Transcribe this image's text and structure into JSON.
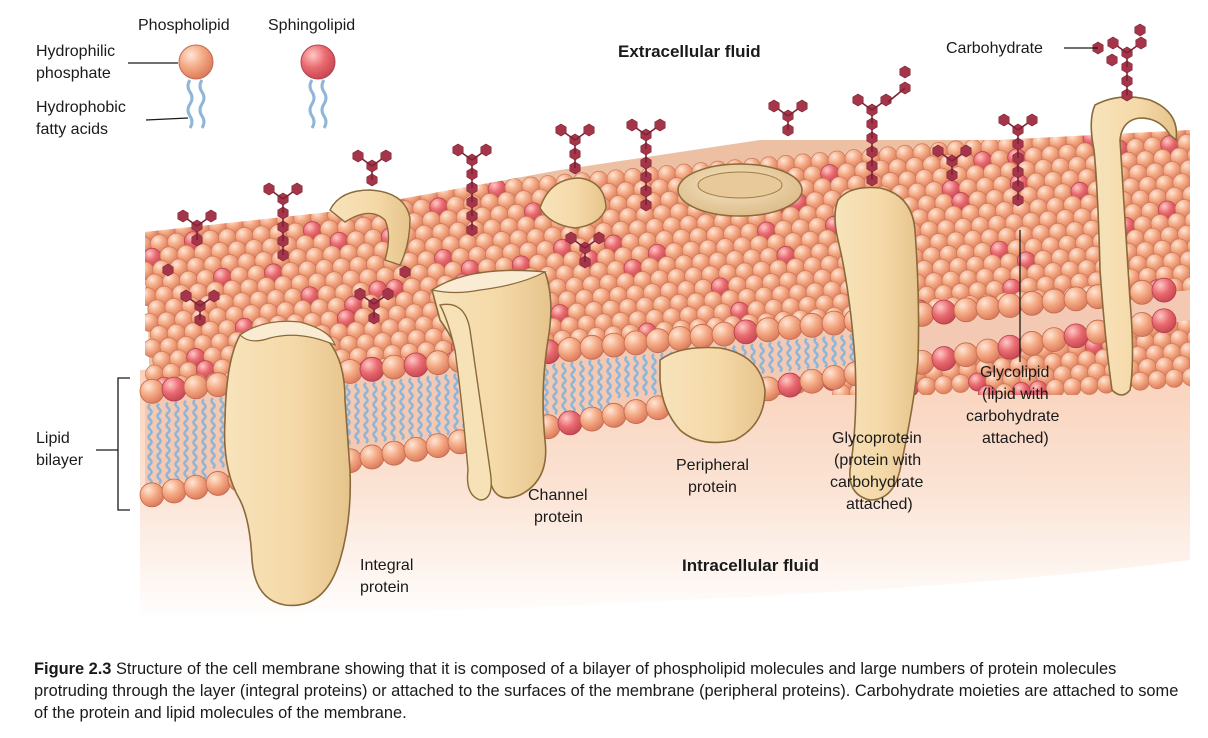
{
  "labels": {
    "phospholipid": "Phospholipid",
    "sphingolipid": "Sphingolipid",
    "hydrophilic_l1": "Hydrophilic",
    "hydrophilic_l2": "phosphate",
    "hydrophobic_l1": "Hydrophobic",
    "hydrophobic_l2": "fatty acids",
    "extracellular": "Extracellular fluid",
    "intracellular": "Intracellular fluid",
    "carbohydrate": "Carbohydrate",
    "lipid_bilayer_l1": "Lipid",
    "lipid_bilayer_l2": "bilayer",
    "integral_l1": "Integral",
    "integral_l2": "protein",
    "channel_l1": "Channel",
    "channel_l2": "protein",
    "peripheral_l1": "Peripheral",
    "peripheral_l2": "protein",
    "glycoprotein_l1": "Glycoprotein",
    "glycoprotein_l2": "(protein with",
    "glycoprotein_l3": "carbohydrate",
    "glycoprotein_l4": "attached)",
    "glycolipid_l1": "Glycolipid",
    "glycolipid_l2": "(lipid with",
    "glycolipid_l3": "carbohydrate",
    "glycolipid_l4": "attached)"
  },
  "caption": {
    "figure_label": "Figure 2.3",
    "text": "Structure of the cell membrane showing that it is composed of a bilayer of phospholipid molecules and large numbers of protein molecules protruding through the layer (integral proteins) or attached to the surfaces of the membrane (peripheral proteins). Carbohydrate moieties are attached to some of the protein and lipid molecules of the membrane."
  },
  "colors": {
    "phosphate_head": "#f2a27e",
    "sphingo_head": "#e8606a",
    "fatty_acid_tail": "#8fb6d8",
    "protein": "#f5dcae",
    "protein_outline": "#8a6a3a",
    "carbohydrate": "#a5364a",
    "intracellular_bg": "#fbe3d4"
  }
}
